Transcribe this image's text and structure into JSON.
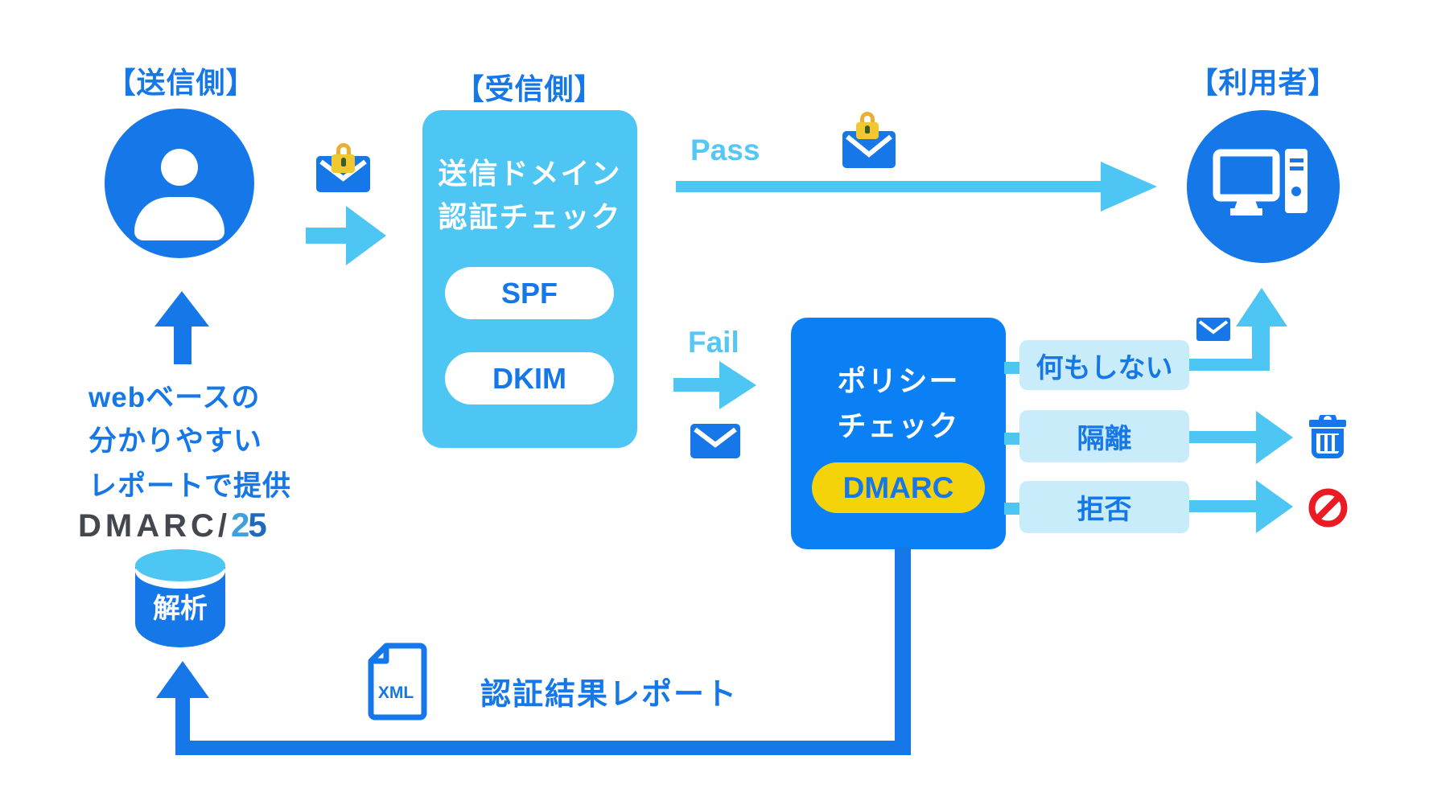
{
  "labels": {
    "sender_title": "【送信側】",
    "receiver_title": "【受信側】",
    "user_title": "【利用者】",
    "pass": "Pass",
    "fail": "Fail",
    "auth_line1": "送信ドメイン",
    "auth_line2": "認証チェック",
    "spf": "SPF",
    "dkim": "DKIM",
    "policy_line1": "ポリシー",
    "policy_line2": "チェック",
    "dmarc": "DMARC",
    "outcome_none": "何もしない",
    "outcome_quarantine": "隔離",
    "outcome_reject": "拒否",
    "note_line1": "webベースの",
    "note_line2": "分かりやすい",
    "note_line3": "レポートで提供",
    "logo_dmarc": "DMARC/",
    "logo_2": "2",
    "logo_5": "5",
    "db": "解析",
    "xml": "XML",
    "report": "認証結果レポート"
  },
  "colors": {
    "main_blue": "#1577E8",
    "policy_blue": "#0B80F4",
    "sky_blue": "#4EC6F3",
    "pale_blue": "#C9ECFA",
    "dmarc_yellow": "#F5D30B",
    "lock_yellow": "#F2C832",
    "reject_red": "#EA1B22",
    "logo_gray": "#45474F",
    "logo_light_blue": "#3FA0DC",
    "logo_dark_blue": "#1F69BE"
  }
}
